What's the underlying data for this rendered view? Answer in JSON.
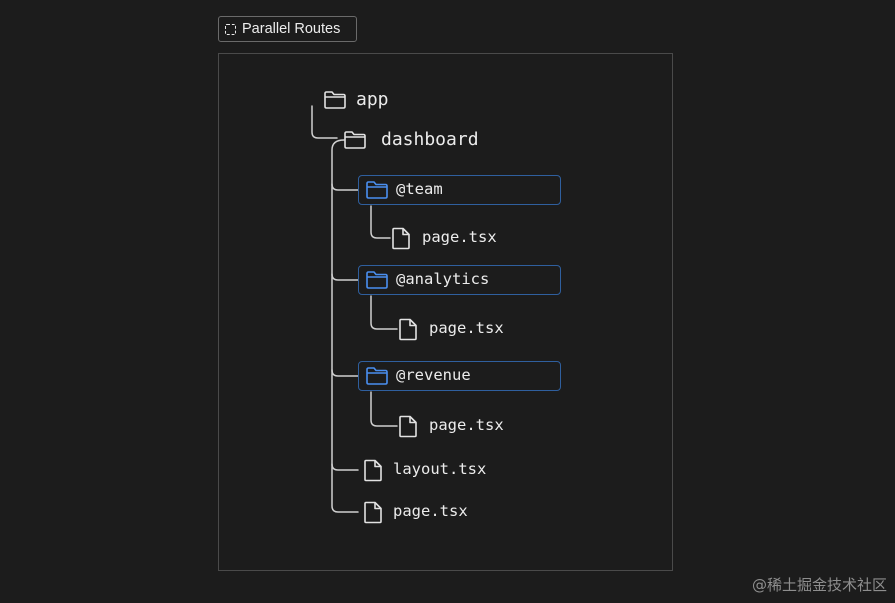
{
  "tab": {
    "label": "Parallel Routes",
    "icon": "dashed-square-icon"
  },
  "tree": {
    "app": "app",
    "dashboard": "dashboard",
    "team": "@team",
    "team_page": "page.tsx",
    "analytics": "@analytics",
    "analytics_page": "page.tsx",
    "revenue": "@revenue",
    "revenue_page": "page.tsx",
    "layout": "layout.tsx",
    "page": "page.tsx"
  },
  "colors": {
    "background": "#1c1c1c",
    "slot_border": "#2f5f9e",
    "slot_folder": "#4a8ff0",
    "text": "#ececec",
    "lines": "#d0d0d0"
  },
  "watermark": "@稀土掘金技术社区"
}
